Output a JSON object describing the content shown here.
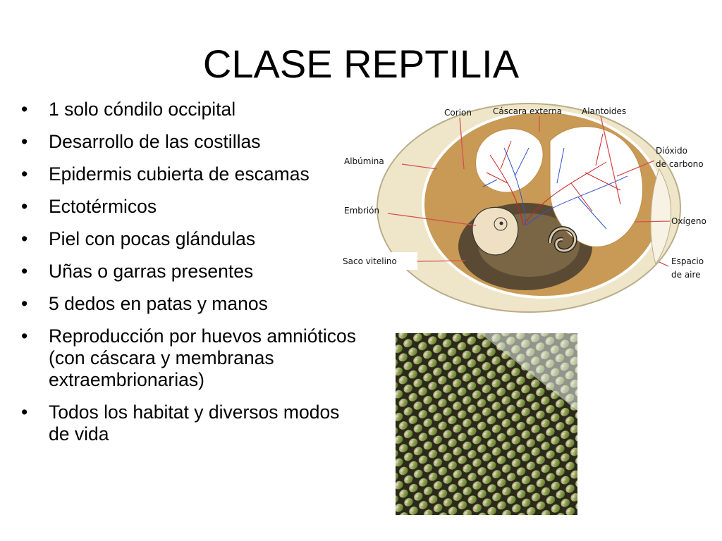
{
  "slide": {
    "title": "CLASE REPTILIA",
    "bullets": [
      "1 solo cóndilo occipital",
      "Desarrollo de las costillas",
      "Epidermis cubierta de escamas",
      "Ectotérmicos",
      "Piel con pocas glándulas",
      "Uñas o garras presentes",
      "5 dedos en patas y  manos",
      "Reproducción por huevos amnióticos (con cáscara y membranas extraembrionarias)",
      "Todos los habitat y diversos modos de vida"
    ]
  },
  "diagram": {
    "labels": {
      "corion": "Corion",
      "cascara": "Cáscara externa",
      "alantoides": "Alantoides",
      "albumina": "Albúmina",
      "dioxido_1": "Dióxido",
      "dioxido_2": "de carbono",
      "embrion": "Embrión",
      "oxigeno": "Oxígeno",
      "saco": "Saco vitelino",
      "espacio_1": "Espacio",
      "espacio_2": "de aire"
    },
    "colors": {
      "shell": "#efe6c9",
      "albumin": "#c99a55",
      "yolk": "#5a4a33",
      "allantois": "#ffffff",
      "vessel_red": "#cc2222",
      "vessel_blue": "#3355cc",
      "leader": "#d65050"
    }
  },
  "skin_photo": {
    "colors": {
      "top": "#e8ecea",
      "mid": "#9a8a3c",
      "bottom": "#5a7a2a"
    }
  }
}
